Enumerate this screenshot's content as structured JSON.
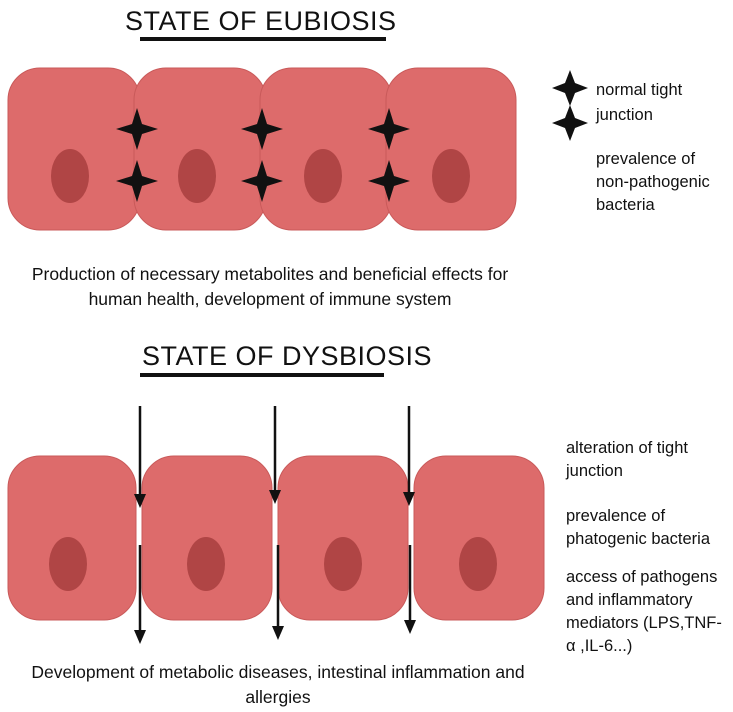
{
  "eubiosis": {
    "title": "STATE OF EUBIOSIS",
    "legend_tight_junction_line1": "normal tight",
    "legend_tight_junction_line2": "junction",
    "legend_bacteria": "prevalence of non-pathogenic bacteria",
    "caption_line1": "Production of necessary metabolites and beneficial effects for",
    "caption_line2": "human health, development of immune system"
  },
  "dysbiosis": {
    "title": "STATE OF DYSBIOSIS",
    "note_junction": "alteration  of  tight junction",
    "note_bacteria": "prevalence of phatogenic bacteria",
    "note_access": "access of pathogens and inflammatory mediators (LPS,TNF-α ,IL-6...)",
    "caption_line1": "Development of metabolic diseases, intestinal inflammation and",
    "caption_line2": "allergies"
  },
  "colors": {
    "cell_fill": "#dd6b6b",
    "cell_stroke": "#c95a5a",
    "nucleus_fill": "#b04545",
    "junction_star": "#111111",
    "arrow": "#111111"
  }
}
